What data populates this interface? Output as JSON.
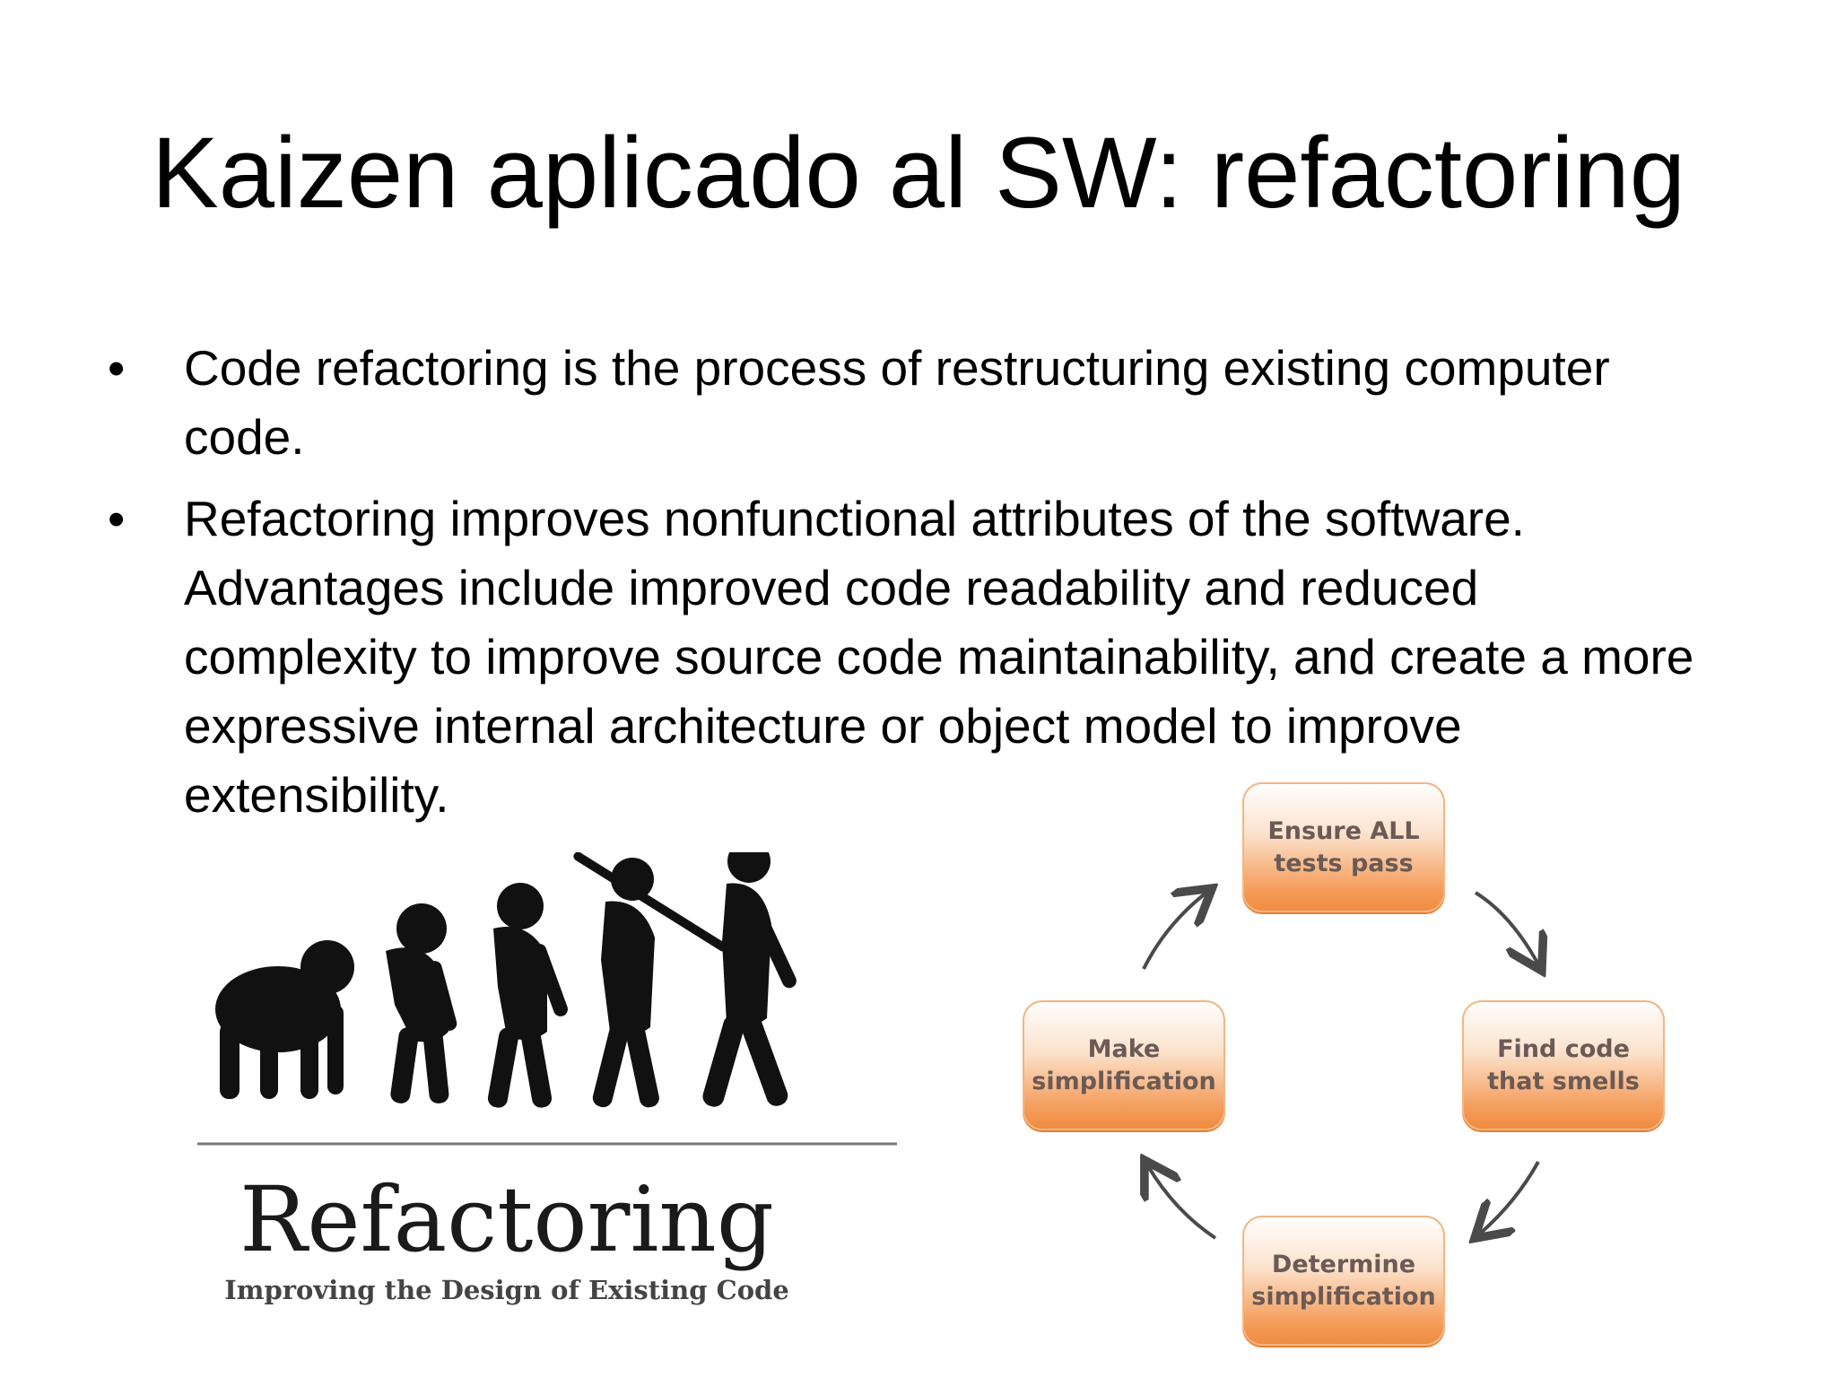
{
  "slide": {
    "title": "Kaizen aplicado al SW: refactoring",
    "bullets": [
      {
        "symbol": "•",
        "text": "Code refactoring is the process of restructuring existing computer code."
      },
      {
        "symbol": "•",
        "text": "Refactoring improves nonfunctional attributes of the software. Advantages include improved code readability and reduced complexity to improve source code maintainability, and create a more expressive internal architecture or object model to improve extensibility."
      }
    ]
  },
  "book_cover": {
    "title": "Refactoring",
    "subtitle": "Improving the Design of Existing Code"
  },
  "cycle_diagram": {
    "steps": [
      {
        "label": "Ensure ALL\ntests pass"
      },
      {
        "label": "Find code\nthat smells"
      },
      {
        "label": "Determine\nsimplification"
      },
      {
        "label": "Make\nsimplification"
      }
    ],
    "box_color": "#ef8a3e",
    "arrow_color": "#4a4a4a"
  }
}
